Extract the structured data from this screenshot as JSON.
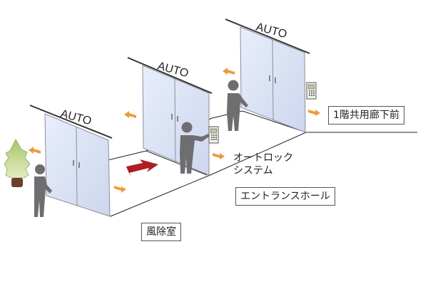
{
  "doors": [
    {
      "sign": "AUTO"
    },
    {
      "sign": "AUTO"
    },
    {
      "sign": "AUTO"
    }
  ],
  "labels": {
    "corridor": "1階共用廊下前",
    "autolock_line1": "オートロック",
    "autolock_line2": "システム",
    "entrance_hall": "エントランスホール",
    "windbreak_room": "風除室"
  },
  "colors": {
    "glass": "#dde4f4",
    "glass_edge": "#8a8f9a",
    "person": "#6e6e70",
    "arrow_orange": "#ee9b3a",
    "arrow_red": "#b01e23",
    "plant": "#c7d9a0",
    "pot": "#6b3f2a"
  },
  "icons": [
    "person-icon",
    "intercom-icon",
    "plant-icon",
    "direction-arrow-icon"
  ]
}
